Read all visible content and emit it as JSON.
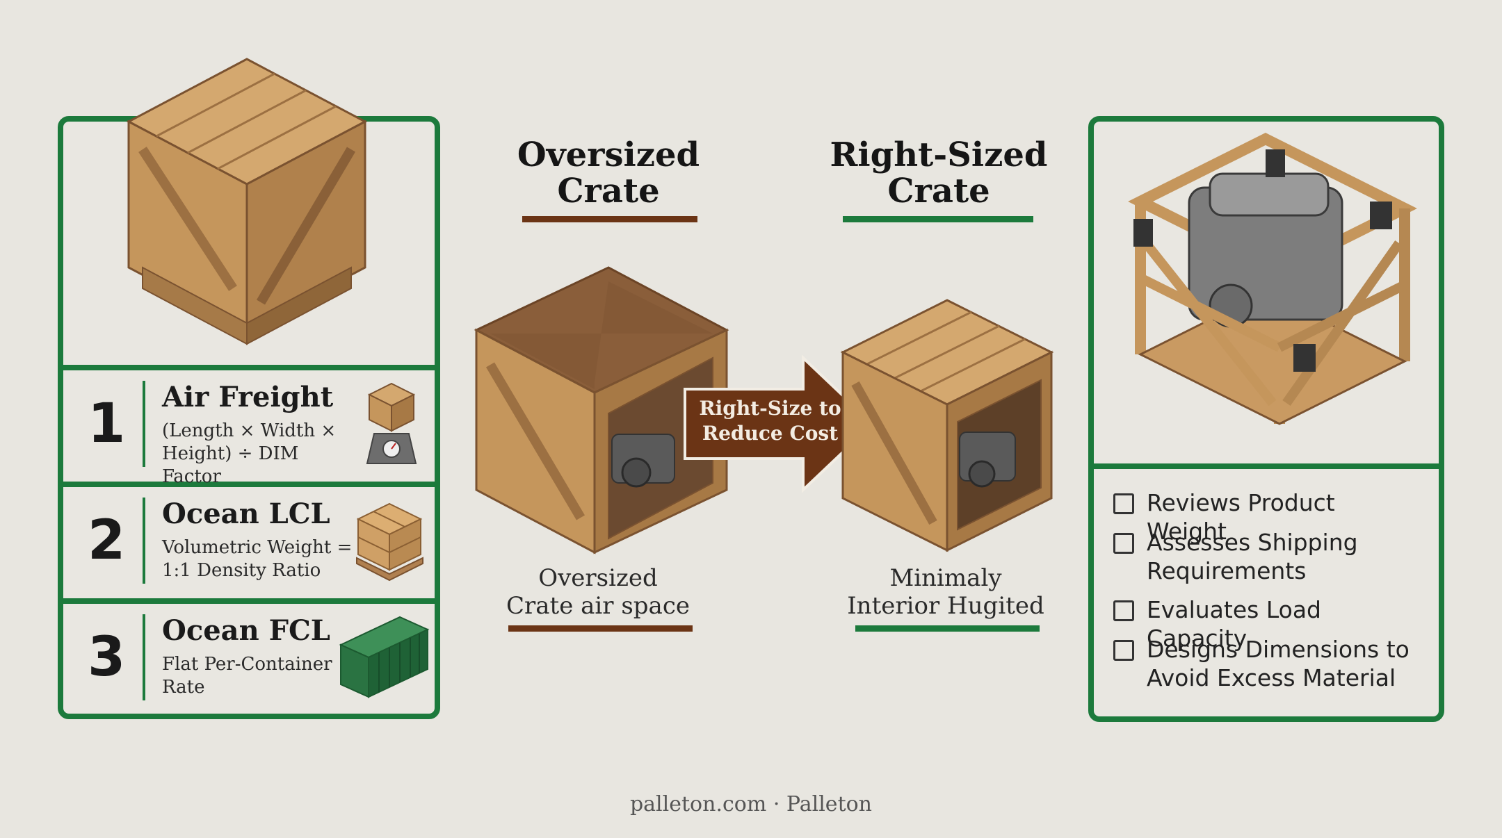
{
  "methods": [
    {
      "num": "1",
      "title": "Air Freight",
      "desc": "(Length × Width × Height) ÷ DIM Factor",
      "icon": "crate-on-scale-icon"
    },
    {
      "num": "2",
      "title": "Ocean LCL",
      "desc": "Volumetric Weight = 1:1 Density Ratio",
      "icon": "boxes-on-pallet-icon"
    },
    {
      "num": "3",
      "title": "Ocean FCL",
      "desc": "Flat Per-Container Rate",
      "icon": "shipping-container-icon"
    }
  ],
  "comparison": {
    "oversized_title": "Oversized Crate",
    "rightsized_title": "Right-Sized Crate",
    "arrow_label": "Right-Size to Reduce Cost",
    "oversized_caption": "Oversized Crate air space",
    "rightsized_caption": "Minimaly Interior Hugited"
  },
  "checklist": [
    "Reviews Product Weight",
    "Assesses Shipping Requirements",
    "Evaluates Load Capacity",
    "Designs Dimensions to Avoid Excess Material"
  ],
  "footer": "palleton.com · Palleton",
  "colors": {
    "green": "#1c7a3c",
    "brown": "#6b3415",
    "wood": "#c99a62"
  }
}
